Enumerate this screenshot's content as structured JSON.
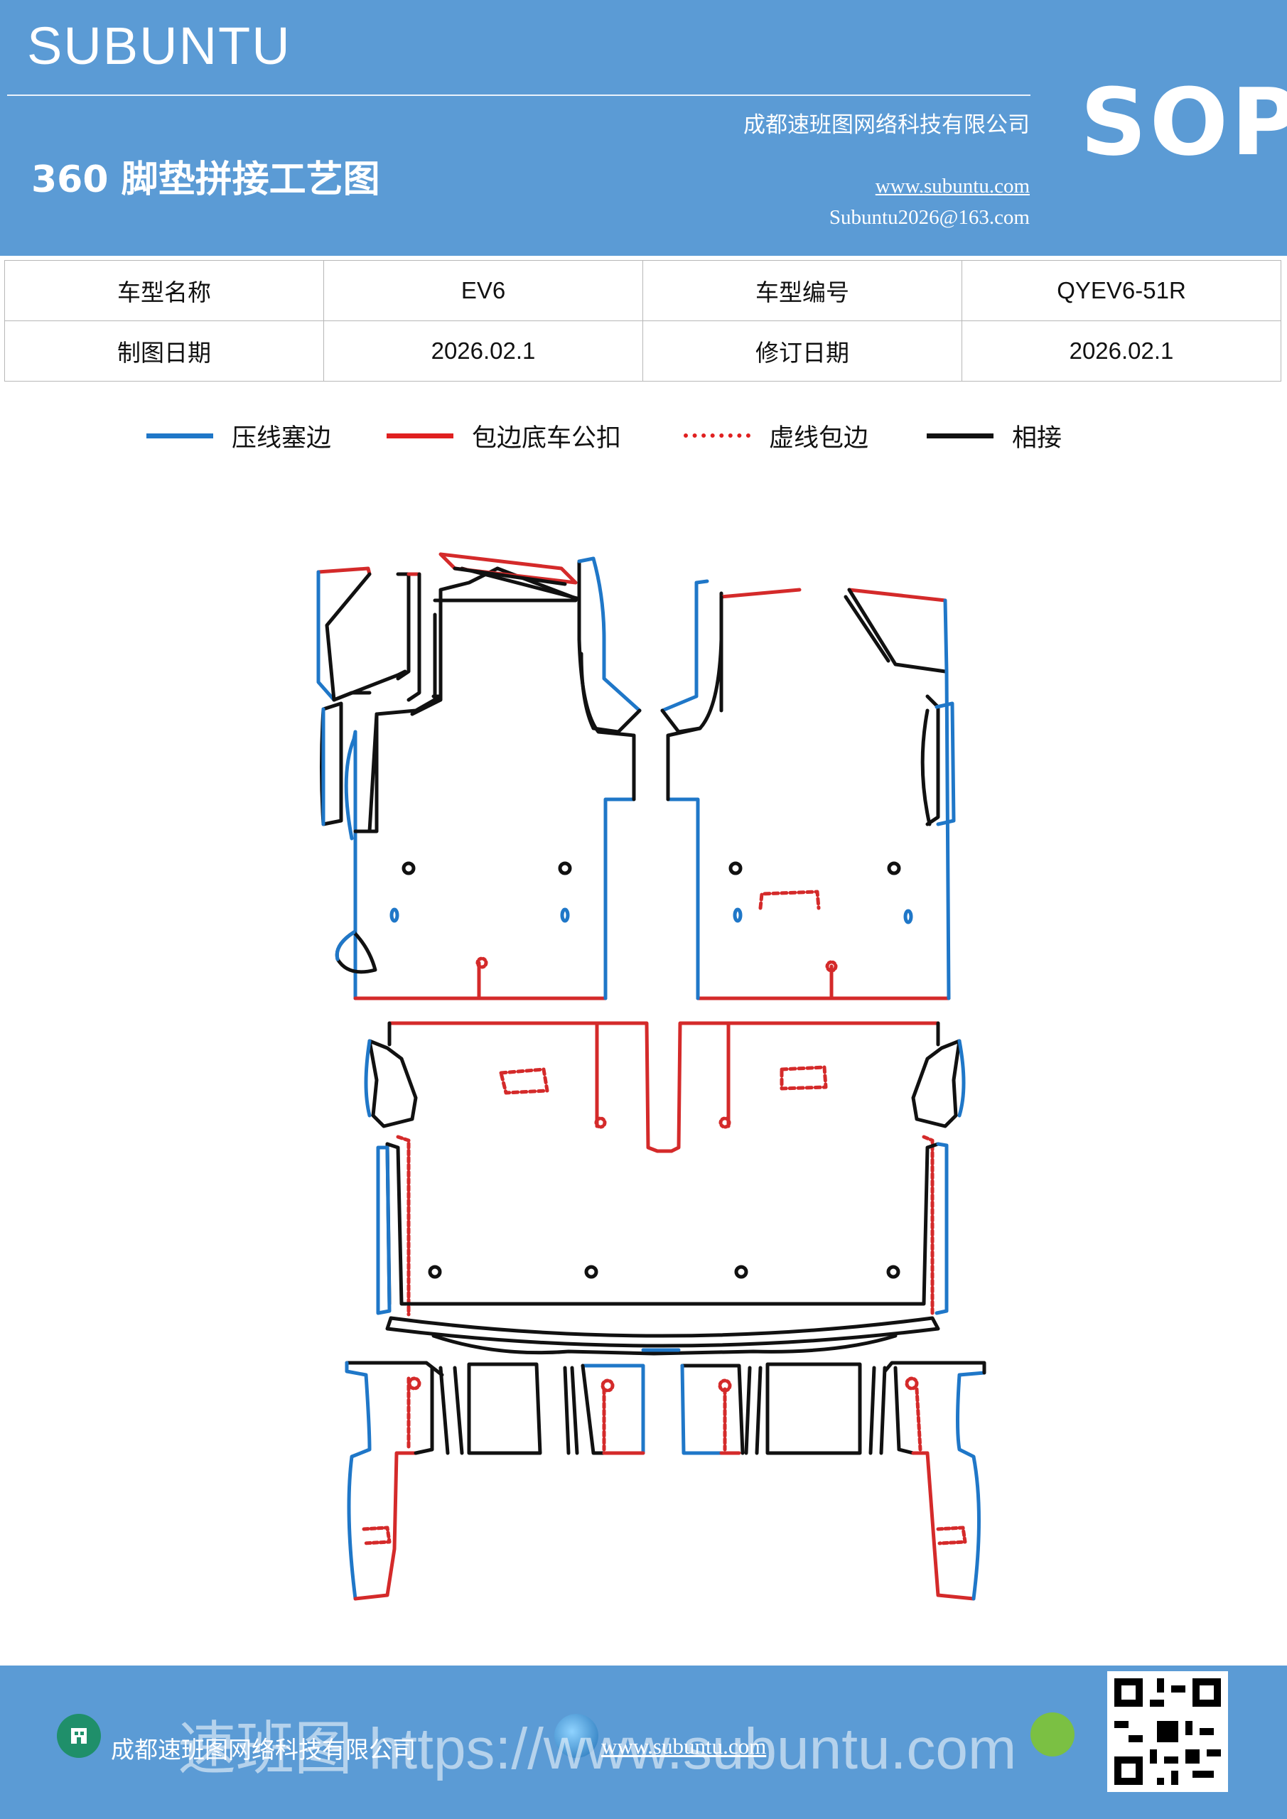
{
  "header": {
    "brand": "SUBUNTU",
    "doc_type": "SOP",
    "title": "360 脚垫拼接工艺图",
    "company": "成都速班图网络科技有限公司",
    "website": "www.subuntu.com",
    "email": "Subuntu2026@163.com"
  },
  "info_table": {
    "model_name_label": "车型名称",
    "model_name": "EV6",
    "model_code_label": "车型编号",
    "model_code": "QYEV6-51R",
    "draw_date_label": "制图日期",
    "draw_date": "2026.02.1",
    "revise_date_label": "修订日期",
    "revise_date": "2026.02.1"
  },
  "legend": [
    {
      "label": "压线塞边",
      "color": "#1f77c8",
      "style": "solid"
    },
    {
      "label": "包边底车公扣",
      "color": "#e02020",
      "style": "solid"
    },
    {
      "label": "虚线包边",
      "color": "#e02020",
      "style": "dotted"
    },
    {
      "label": "相接",
      "color": "#000000",
      "style": "solid"
    }
  ],
  "colors": {
    "header_bg": "#5b9bd5",
    "blue_line": "#1f77c8",
    "red_line": "#d42a2a",
    "black_line": "#111111"
  },
  "footer": {
    "company": "成都速班图网络科技有限公司",
    "website": "www.subuntu.com",
    "watermark": "速班图 https://www.subuntu.com",
    "icons": [
      "building-icon",
      "globe-icon",
      "wechat-icon",
      "qr-code"
    ]
  }
}
